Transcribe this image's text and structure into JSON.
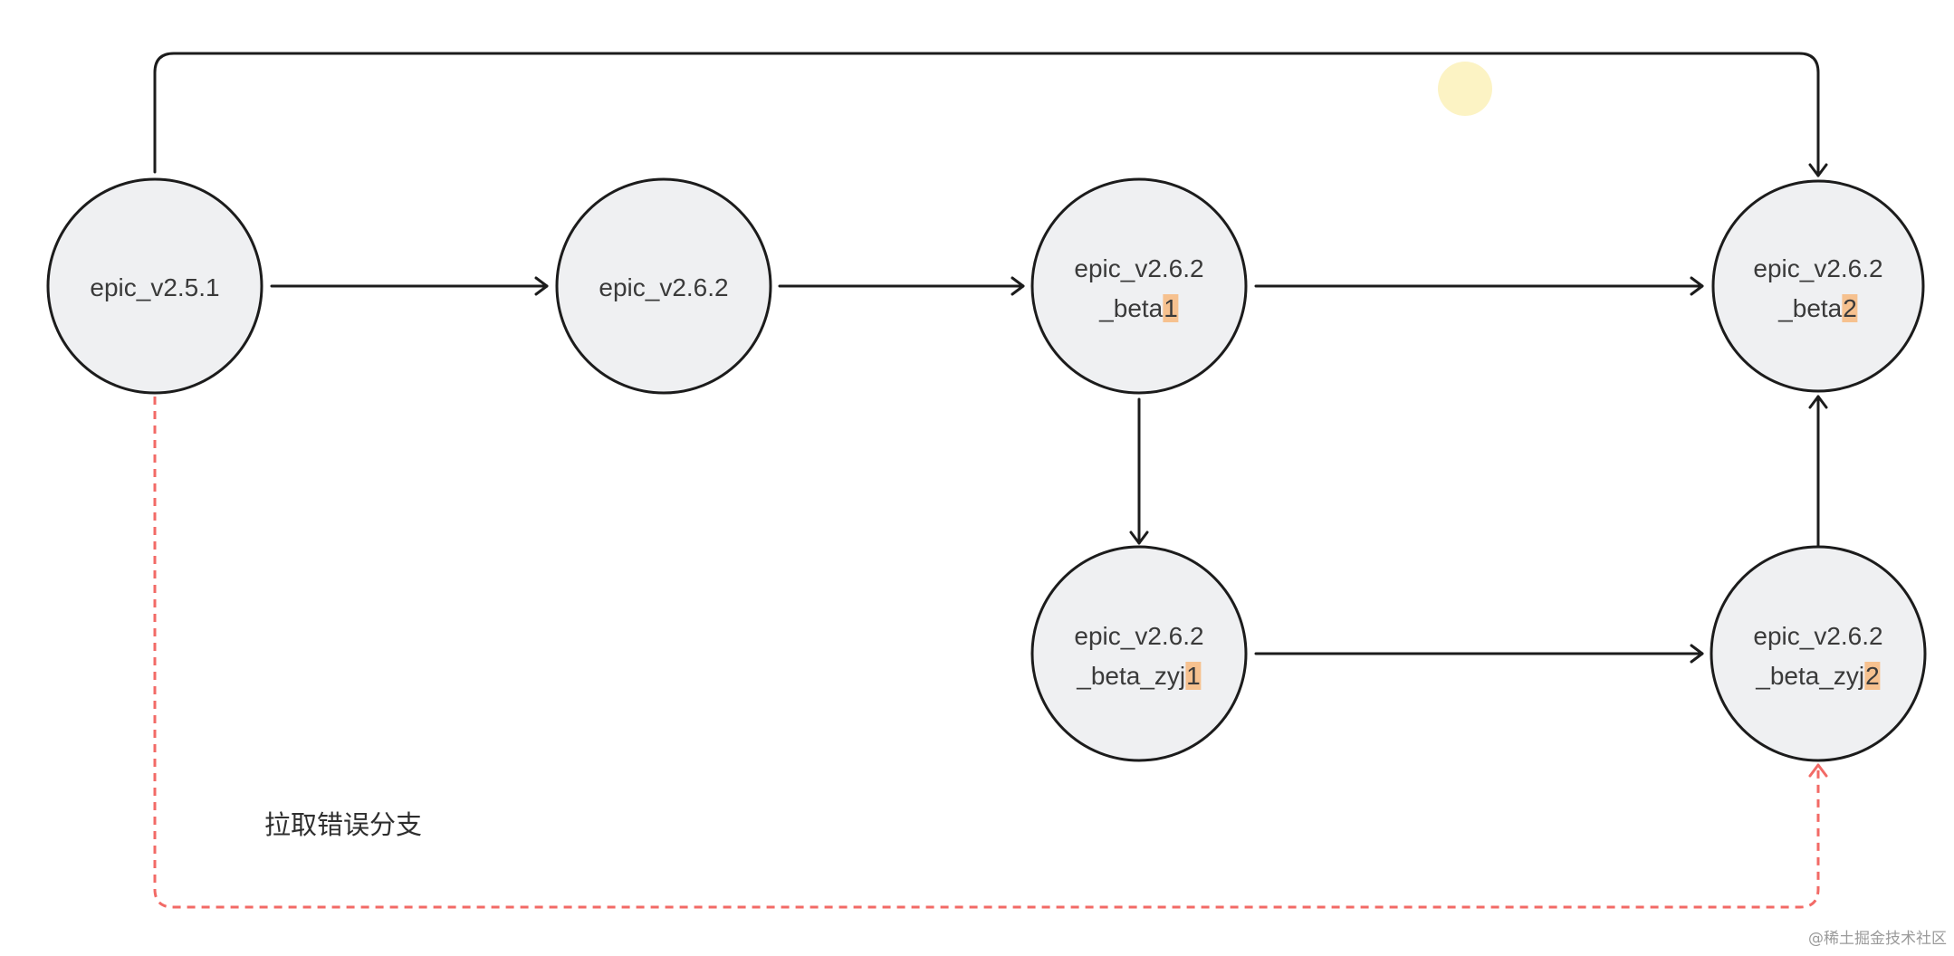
{
  "colors": {
    "background": "#ffffff",
    "node_fill": "#eff0f2",
    "node_stroke": "#1c1c1c",
    "edge": "#1c1c1c",
    "highlight": "#f6c18f",
    "dashed_edge": "#f26a66",
    "cursor_dot": "#fcf3c4",
    "text": "#3a3a3a",
    "watermark": "#9a9a9a"
  },
  "nodes": [
    {
      "line1": "epic_v2.5.1"
    },
    {
      "line1": "epic_v2.6.2"
    },
    {
      "line1": "epic_v2.6.2",
      "line2": "_beta",
      "line2_highlight": "1"
    },
    {
      "line1": "epic_v2.6.2",
      "line2": "_beta",
      "line2_highlight": "2"
    },
    {
      "line1": "epic_v2.6.2",
      "line2": "_beta_zyj",
      "line2_highlight": "1"
    },
    {
      "line1": "epic_v2.6.2",
      "line2": "_beta_zyj",
      "line2_highlight": "2"
    }
  ],
  "edge_label": "拉取错误分支",
  "watermark": "@稀土掘金技术社区"
}
